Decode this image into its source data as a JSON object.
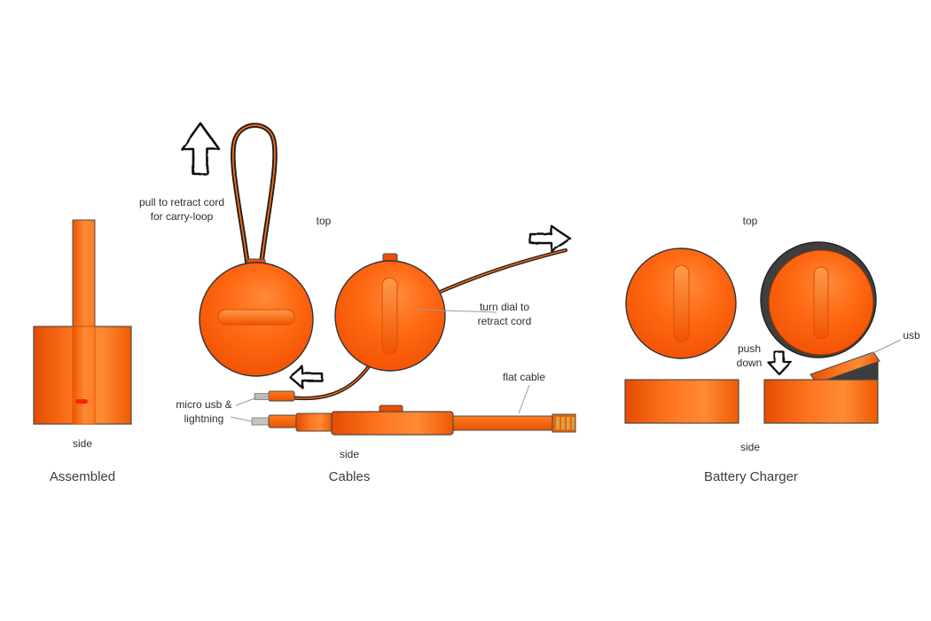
{
  "colors": {
    "orange_main": "#ff6a13",
    "orange_deep": "#ef4e00",
    "orange_light": "#ff8a3a",
    "outline": "#4a4a4a",
    "annotation_line": "#9a9a9a",
    "text": "#2e2e2e",
    "dark": "#3d3d3d"
  },
  "assembled": {
    "title": "Assembled",
    "side_label": "side"
  },
  "cables": {
    "title": "Cables",
    "top_label": "top",
    "side_label": "side",
    "pull_note": "pull to retract cord\nfor carry-loop",
    "turn_note": "turn dial to\nretract cord",
    "micro_note": "micro usb &\nlightning",
    "flat_cable_note": "flat cable"
  },
  "battery": {
    "title": "Battery Charger",
    "top_label": "top",
    "side_label": "side",
    "push_note": "push\ndown",
    "usb_note": "usb"
  }
}
